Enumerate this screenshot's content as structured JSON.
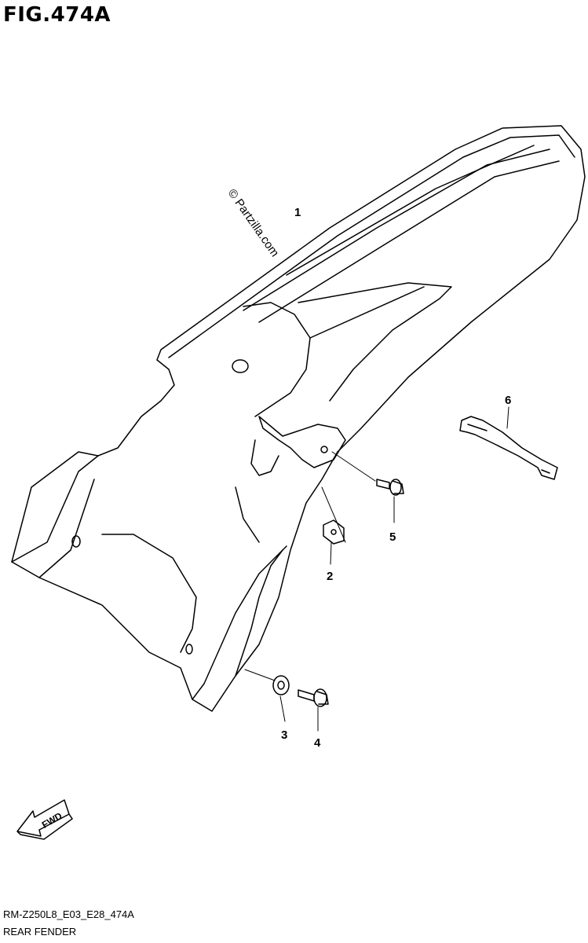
{
  "figure": {
    "title": "FIG.474A",
    "watermark": "© Partzilla.com",
    "fwd_label": "FWD",
    "code": "RM-Z250L8_E03_E28_474A",
    "name": "REAR FENDER"
  },
  "callouts": [
    {
      "id": "1",
      "label": "1"
    },
    {
      "id": "2",
      "label": "2"
    },
    {
      "id": "3",
      "label": "3"
    },
    {
      "id": "4",
      "label": "4"
    },
    {
      "id": "5",
      "label": "5"
    },
    {
      "id": "6",
      "label": "6"
    }
  ],
  "colors": {
    "line": "#000000",
    "background": "#ffffff"
  }
}
